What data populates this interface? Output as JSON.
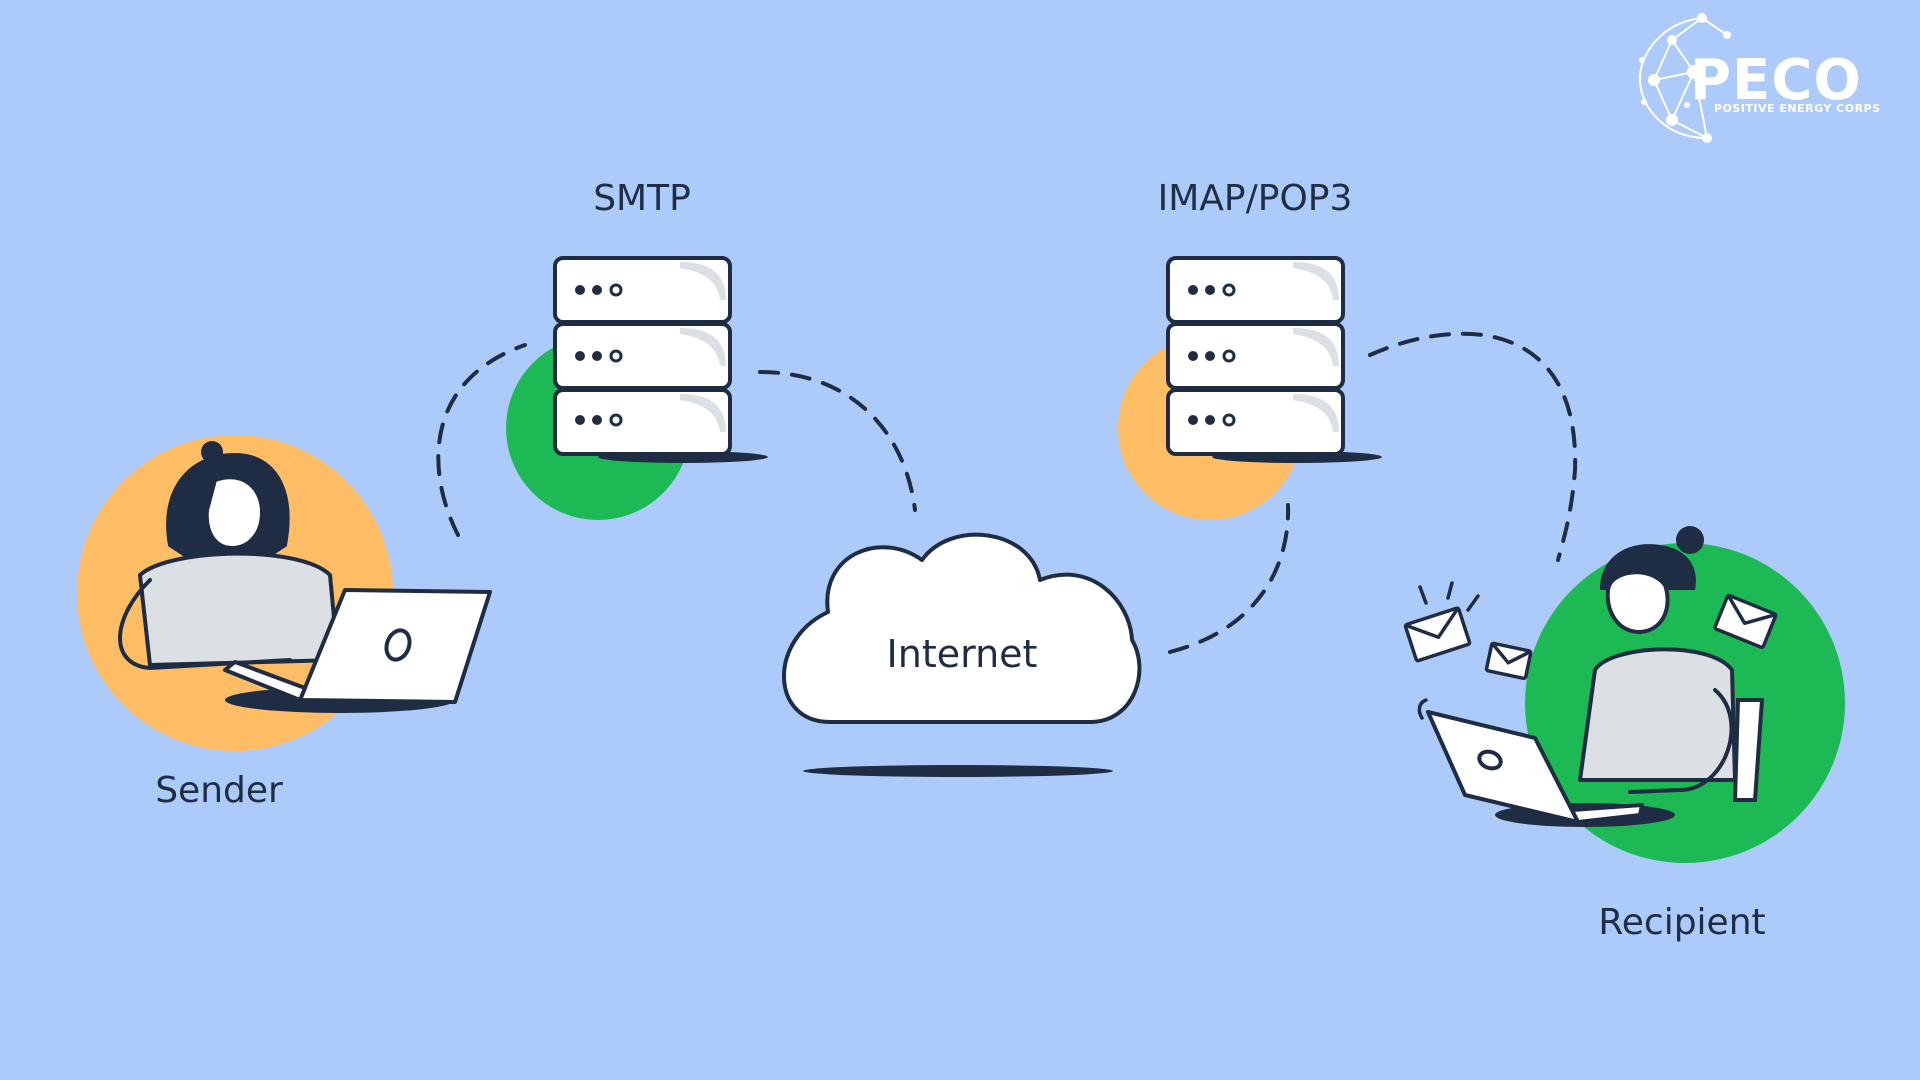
{
  "labels": {
    "smtp": "SMTP",
    "imap_pop3": "IMAP/POP3",
    "internet": "Internet",
    "sender": "Sender",
    "recipient": "Recipient"
  },
  "logo": {
    "wordmark": "PECO",
    "tagline": "POSITIVE ENERGY CORPS"
  },
  "colors": {
    "background": "#ACCBFA",
    "ink": "#1F2D44",
    "orange": "#FFBD66",
    "green": "#1DB954",
    "white": "#FFFFFF",
    "light_gray": "#DCDFE3"
  },
  "icons": [
    "sender-illustration",
    "smtp-server-icon",
    "imap-pop3-server-icon",
    "internet-cloud-icon",
    "recipient-illustration",
    "envelope-icon",
    "peco-logo"
  ]
}
